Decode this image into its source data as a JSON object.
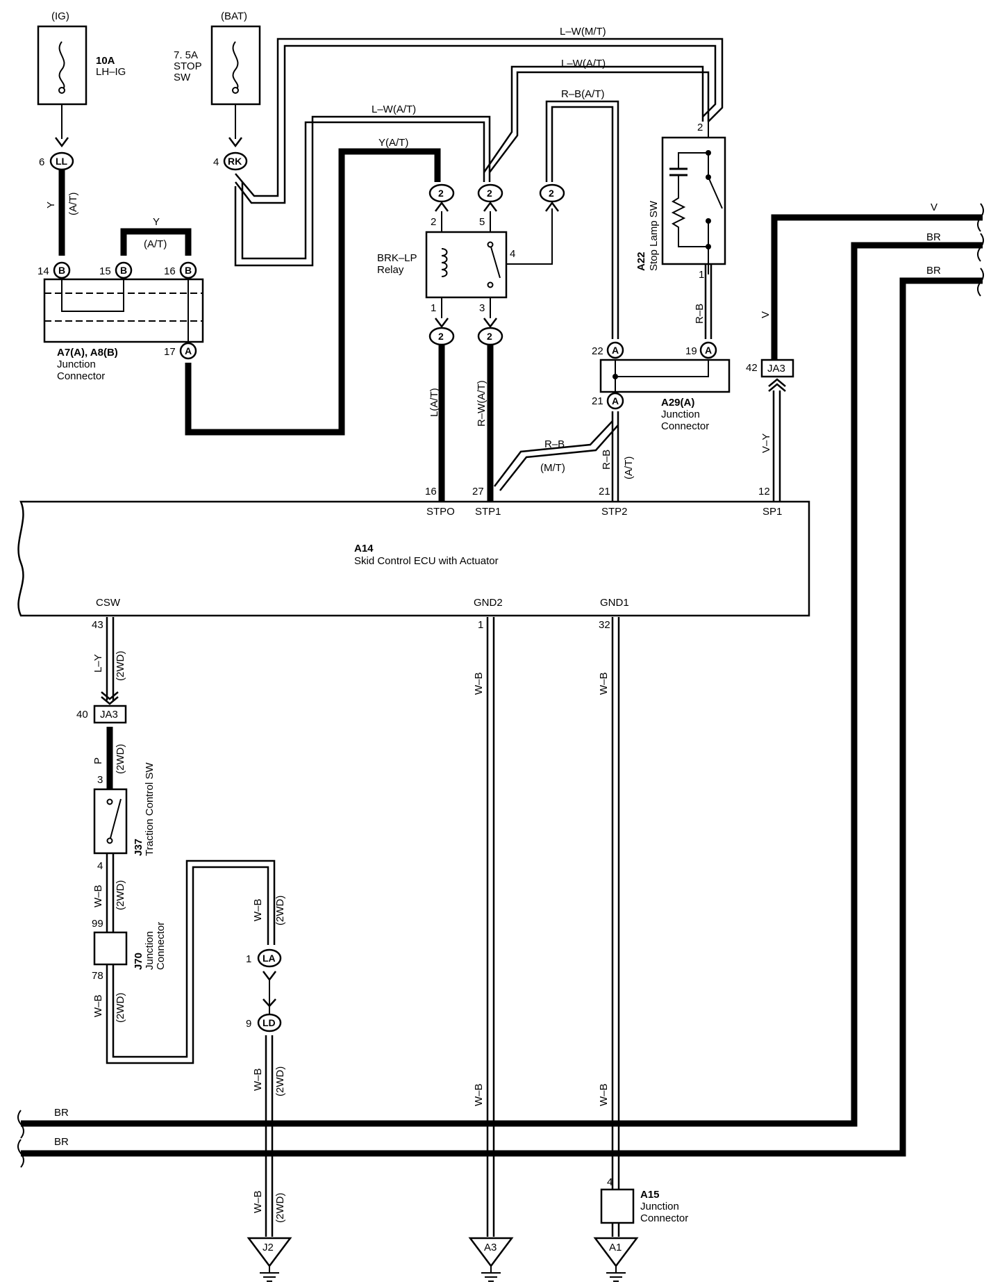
{
  "fuses": {
    "ig": {
      "header": "(IG)",
      "rating": "10A",
      "name": "LH–IG",
      "pin": "6",
      "connector": "LL"
    },
    "bat": {
      "header": "(BAT)",
      "rating": "7. 5A",
      "name_line1": "STOP",
      "name_line2": "SW",
      "pin": "4",
      "connector": "RK"
    }
  },
  "junction_a7": {
    "title": "A7(A), A8(B)",
    "line1": "Junction",
    "line2": "Connector",
    "pins": [
      {
        "num": "14",
        "letter": "B"
      },
      {
        "num": "15",
        "letter": "B"
      },
      {
        "num": "16",
        "letter": "B"
      },
      {
        "num": "17",
        "letter": "A"
      }
    ]
  },
  "relay": {
    "line1": "BRK–LP",
    "line2": "Relay",
    "pin_top_left": "2",
    "pin_top_right": "5",
    "pin_side": "4",
    "pin_bottom_left": "1",
    "pin_bottom_right": "3",
    "connector": "2"
  },
  "stop_lamp_sw": {
    "id": "A22",
    "name": "Stop Lamp SW",
    "pin_top": "2",
    "pin_bottom": "1"
  },
  "junction_a29": {
    "title": "A29(A)",
    "line1": "Junction",
    "line2": "Connector",
    "pins": [
      "22",
      "19",
      "21"
    ],
    "letter": "A"
  },
  "ecu": {
    "id": "A14",
    "name": "Skid Control ECU with Actuator",
    "top_terminals": [
      {
        "pin": "16",
        "name": "STPO"
      },
      {
        "pin": "27",
        "name": "STP1"
      },
      {
        "pin": "21",
        "name": "STP2"
      },
      {
        "pin": "12",
        "name": "SP1"
      }
    ],
    "bottom_terminals": [
      {
        "pin": "43",
        "name": "CSW"
      },
      {
        "pin": "1",
        "name": "GND2"
      },
      {
        "pin": "32",
        "name": "GND1"
      }
    ]
  },
  "ja3_right": {
    "pin": "42",
    "label": "JA3"
  },
  "ja3_left": {
    "pin": "40",
    "label": "JA3"
  },
  "traction_sw": {
    "id": "J37",
    "name": "Traction Control SW",
    "pin_top": "3",
    "pin_bottom": "4"
  },
  "junction_j70": {
    "id": "J70",
    "line1": "Junction",
    "line2": "Connector",
    "pin_top": "99",
    "pin_bottom": "78"
  },
  "connectors_la_ld": {
    "la_pin": "1",
    "la": "LA",
    "ld_pin": "9",
    "ld": "LD"
  },
  "junction_a15": {
    "id": "A15",
    "line1": "Junction",
    "line2": "Connector",
    "pin": "4"
  },
  "grounds": [
    "J2",
    "A3",
    "A1"
  ],
  "wire_labels": {
    "lw_mt": "L–W(M/T)",
    "lw_at": "L–W(A/T)",
    "rb_at": "R–B(A/T)",
    "y_at": "Y(A/T)",
    "y": "Y",
    "at": "(A/T)",
    "mt": "(M/T)",
    "v": "V",
    "br": "BR",
    "rb": "R–B",
    "l_at": "L(A/T)",
    "rw_at": "R–W(A/T)",
    "vy": "V–Y",
    "ly": "L–Y",
    "twowd": "(2WD)",
    "p": "P",
    "wb": "W–B"
  },
  "colors": {
    "wire": "#000000",
    "background": "#ffffff"
  }
}
